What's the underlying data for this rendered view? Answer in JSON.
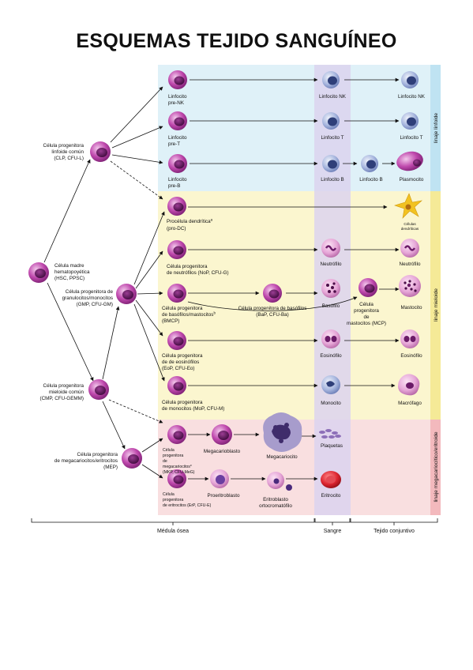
{
  "title": "ESQUEMAS TEJIDO SANGUÍNEO",
  "colors": {
    "lymphoid_bg": "#dff1f8",
    "myeloid_bg": "#fbf6cf",
    "erythroid_bg": "#f9dfe0",
    "blood_band": "#e6dcf0",
    "cell_purple": "#b03c9c",
    "cell_nucleus": "#5a1458",
    "cell_nk_blue": "#7a8fc4",
    "erythrocyte_red": "#d4202a"
  },
  "side_labels": {
    "lymphoid": "linaje linfoide",
    "myeloid": "linaje mieloide",
    "megakaryocytic": "linaje megacariocítico/eritroide"
  },
  "bottom_labels": {
    "bone_marrow": "Médula ósea",
    "blood": "Sangre",
    "connective": "Tejido conjuntivo"
  },
  "progenitors": {
    "hsc": [
      "Célula madre",
      "hematopoyética",
      "(HSC, PPSC)"
    ],
    "clp": [
      "Célula progenitora",
      "linfoide común",
      "(CLP, CFU-L)"
    ],
    "gmp": [
      "Célula progenitora de",
      "granulocitos/monocitos",
      "(GMP, CFU-GM)"
    ],
    "cmp": [
      "Célula progenitora",
      "mieloide común",
      "(CMP, CFU-GEMM)"
    ],
    "mep": [
      "Célula progenitora",
      "de megacariocitos/eritrocitos",
      "(MEP)"
    ]
  },
  "lymphoid_rows": {
    "pre_nk": [
      "Linfocito",
      "pre-NK"
    ],
    "pre_t": [
      "Linfocito",
      "pre-T"
    ],
    "pre_b": [
      "Linfocito",
      "pre-B"
    ],
    "nk_blood": "Linfocito NK",
    "nk_tissue": "Linfocito NK",
    "t_blood": "Linfocito T",
    "t_tissue": "Linfocito T",
    "b_blood": "Linfocito B",
    "b_tissue": "Linfocito B",
    "plasmocyte": "Plasmocito"
  },
  "myeloid_rows": {
    "pro_dc": [
      "Procélula dendrítica",
      "a",
      "(pro-DC)"
    ],
    "dendritic": [
      "Células",
      "dendríticas"
    ],
    "nop": [
      "Célula progenitora",
      "de neutrófilos (NoP, CFU-G)"
    ],
    "neutrophil_blood": "Neutrófilo",
    "neutrophil_tissue": "Neutrófilo",
    "bmcp": [
      "Célula progenitora",
      "de basófilos/mastocitos",
      "b",
      "(BMCP)"
    ],
    "bap": [
      "Célula progenitora de basófilos",
      "(BaP, CFU-Ba)"
    ],
    "basophil": "Basófilo",
    "mcp": [
      "Célula",
      "progenitora",
      "de",
      "mastocitos (MCP)"
    ],
    "mastocyte": "Mastocito",
    "eop": [
      "Célula progenitora",
      "de de eosinófilos",
      "(EoP, CFU-Eo)"
    ],
    "eosinophil_blood": "Eosinófilo",
    "eosinophil_tissue": "Eosinófilo",
    "mop": [
      "Célula progenitora",
      "de monocitos (MoP, CFU-M)"
    ],
    "monocyte": "Monocito",
    "macrophage": "Macrófago"
  },
  "erythroid_rows": {
    "mkp": [
      "Célula",
      "progenitora",
      "de",
      "megacariocitos",
      "c",
      "(MKP, CFU-MeG)"
    ],
    "megakaryoblast": "Megacarioblasto",
    "megakaryocyte": "Megacariocito",
    "platelets": "Plaquetas",
    "erp": [
      "Célula",
      "progenitora",
      "de eritrocitos (ErP, CFU-E)"
    ],
    "proerythroblast": "Proeritroblasto",
    "orthochromatic": [
      "Eritroblasto",
      "ortocromatófilo"
    ],
    "erythrocyte": "Eritrocito"
  }
}
